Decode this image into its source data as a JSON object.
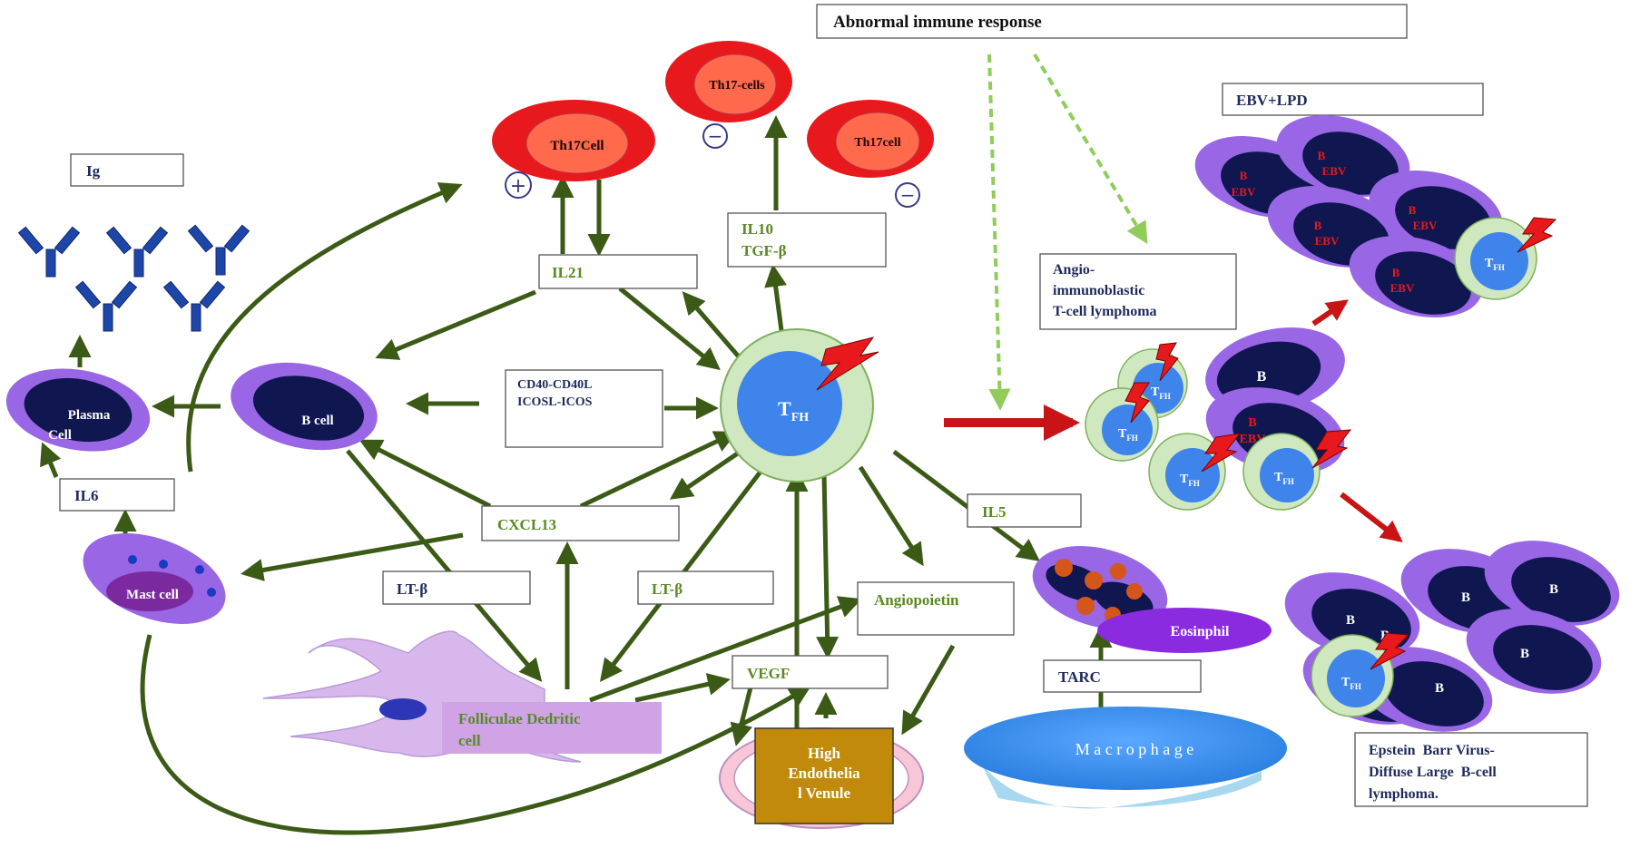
{
  "title": "Abnormal immune response",
  "colors": {
    "arrow": "#3b5a16",
    "red_arrow": "#c81414",
    "dashed": "#8fcc5a",
    "label_green": "#5a8a22",
    "label_navy": "#1f2a5a",
    "purple_membrane": "#9966e6",
    "nucleus_navy": "#0f1650",
    "th17_red": "#e8191c",
    "tfh_blue": "#3f84ea",
    "tfh_halo": "#cfe8c0"
  },
  "labels": {
    "ig": "Ig",
    "il21": "IL21",
    "il10_tgf": [
      "IL10",
      "TGF-β"
    ],
    "cd40": [
      "CD40-CD40L",
      "ICOSL-ICOS"
    ],
    "cxcl13": "CXCL13",
    "il6": "IL6",
    "lt_beta_left": "LT-β",
    "lt_beta_right": "LT-β",
    "angiopoietin": "Angiopoietin",
    "vegf": "VEGF",
    "il5": "IL5",
    "tarc": "TARC",
    "hev": [
      "High",
      "Endothelia",
      "l Venule"
    ],
    "fdc": [
      "Folliculae Dedritic",
      "cell"
    ],
    "aitl": [
      "Angio-",
      "immunoblastic",
      "T-cell lymphoma"
    ],
    "ebv_lpd": "EBV+LPD",
    "ebv_dlbcl": [
      "Epstein  Barr Virus-",
      "Diffuse Large  B-cell",
      "lymphoma."
    ]
  },
  "cells": {
    "th17_center": "Th17Cell",
    "th17_top": "Th17-cells",
    "th17_right": "Th17cell",
    "b_cell": "B cell",
    "plasma": [
      "Plasma",
      "Cell"
    ],
    "mast": "Mast cell",
    "tfh_main": "T",
    "tfh_sub": "FH",
    "eosinophil": "Eosinphil",
    "macrophage": "M a c r o p h a g e",
    "b": "B",
    "ebv": "EBV"
  },
  "signs": {
    "plus": "+",
    "minus": "−"
  }
}
